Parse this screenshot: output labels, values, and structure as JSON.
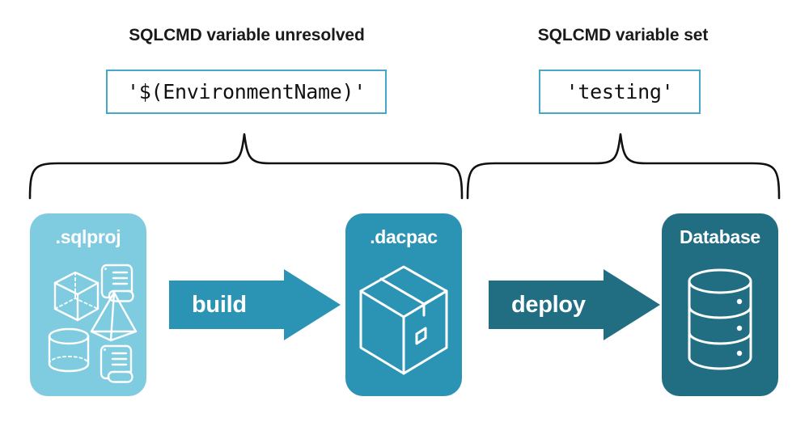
{
  "diagram": {
    "title_left": "SQLCMD variable unresolved",
    "title_right": "SQLCMD variable set",
    "code_left": "'$(EnvironmentName)'",
    "code_right": "'testing'",
    "colors": {
      "light_teal": "#7FCBE0",
      "mid_teal": "#2B94B5",
      "dark_teal": "#216E83",
      "box_border": "#45A8C6",
      "brace_stroke": "#111111",
      "text_dark": "#1a1a1a",
      "text_light": "#ffffff",
      "background": "#ffffff"
    },
    "stages": [
      {
        "id": "sqlproj",
        "label": ".sqlproj",
        "fill": "#7FCBE0",
        "icons": [
          "cube-icon",
          "pyramid-icon",
          "cylinder-icon",
          "scroll-icon",
          "scroll-icon"
        ]
      },
      {
        "id": "dacpac",
        "label": ".dacpac",
        "fill": "#2B94B5",
        "icons": [
          "package-box-icon"
        ]
      },
      {
        "id": "database",
        "label": "Database",
        "fill": "#216E83",
        "icons": [
          "database-cylinder-icon"
        ]
      }
    ],
    "arrows": [
      {
        "id": "build",
        "label": "build",
        "fill": "#2B94B5",
        "direction": "right"
      },
      {
        "id": "deploy",
        "label": "deploy",
        "fill": "#216E83",
        "direction": "right"
      }
    ],
    "braces": [
      {
        "id": "brace-left",
        "spans": [
          "sqlproj",
          "dacpac"
        ],
        "points_to": "code-box-left"
      },
      {
        "id": "brace-right",
        "spans": [
          "dacpac",
          "database"
        ],
        "points_to": "code-box-right"
      }
    ]
  }
}
